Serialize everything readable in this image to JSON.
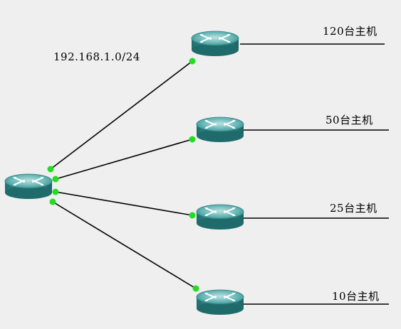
{
  "network": {
    "subnet": "192.168.1.0/24",
    "branches": [
      {
        "hosts_label": "120台主机"
      },
      {
        "hosts_label": "50台主机"
      },
      {
        "hosts_label": "25台主机"
      },
      {
        "hosts_label": "10台主机"
      }
    ]
  },
  "colors": {
    "router_body": "#2f8c8c",
    "router_top": "#7cc4c4",
    "link": "#000000",
    "port_dot": "#22dd22",
    "background": "#efefef"
  },
  "icons": {
    "router": "router-icon",
    "port": "link-port-icon"
  }
}
